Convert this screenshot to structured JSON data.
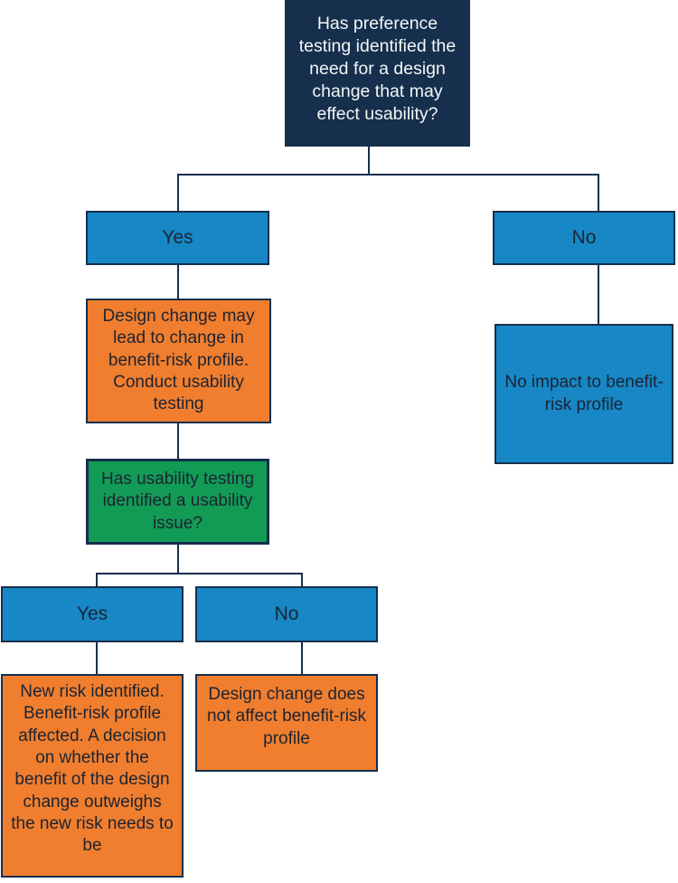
{
  "colors": {
    "navy": "#152f4d",
    "blue": "#1787c6",
    "orange": "#f07e2e",
    "green": "#129b55",
    "line": "#152f4d"
  },
  "flowchart": {
    "root": {
      "text": "Has preference testing identified the need for a design change that may effect usability?"
    },
    "branch1_yes": {
      "label": "Yes"
    },
    "branch1_no": {
      "label": "No"
    },
    "conduct_testing": {
      "text": "Design change may lead to change in benefit-risk profile. Conduct usability testing"
    },
    "usability_question": {
      "text": "Has usability testing identified a usability issue?"
    },
    "branch2_yes": {
      "label": "Yes"
    },
    "branch2_no": {
      "label": "No"
    },
    "new_risk": {
      "text": "New risk identified. Benefit-risk profile affected. A decision on whether the benefit of the design change outweighs the new risk needs to be"
    },
    "no_effect": {
      "text": "Design change does not affect benefit-risk profile"
    },
    "no_impact": {
      "text": "No impact to benefit-risk profile"
    }
  }
}
